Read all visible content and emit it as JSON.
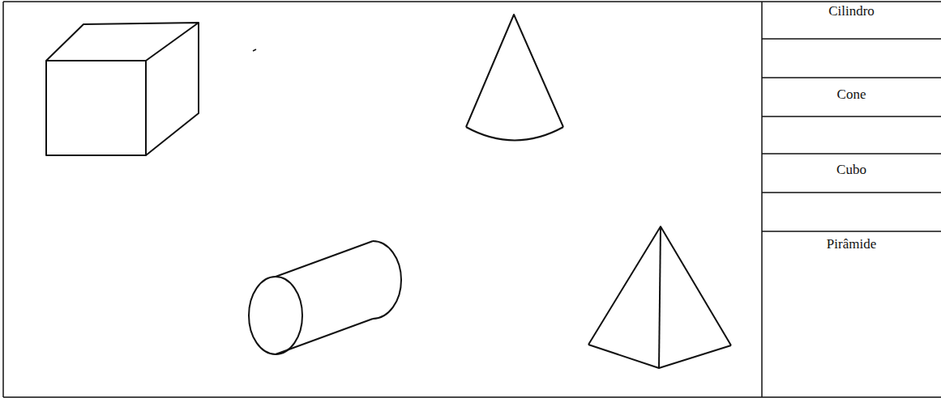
{
  "diagram": {
    "labels": [
      "Cilindro",
      "Cone",
      "Cubo",
      "Pirâmide"
    ]
  }
}
